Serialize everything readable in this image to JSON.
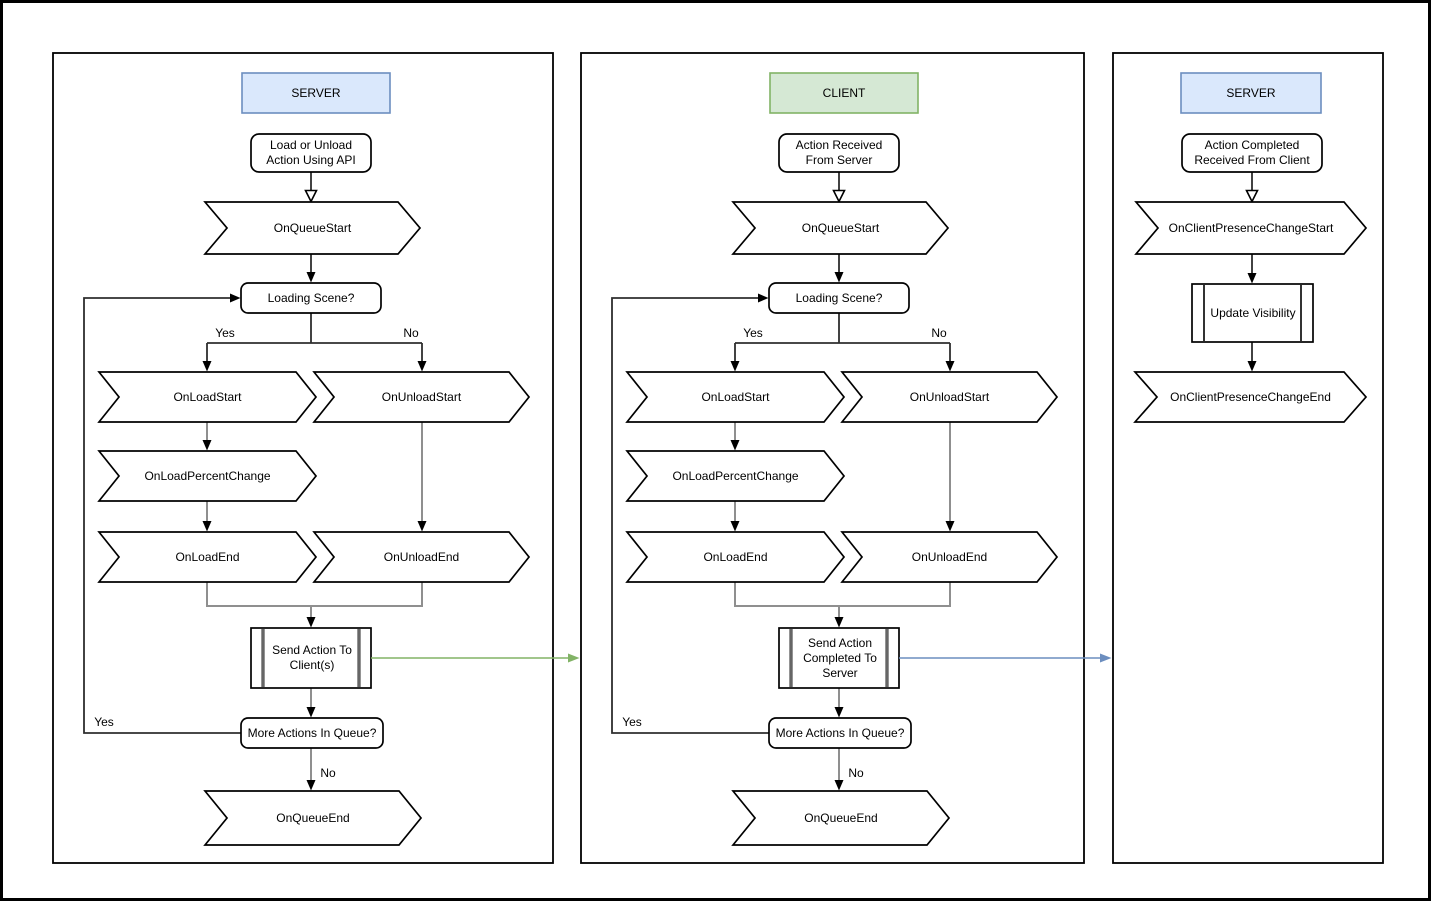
{
  "panels": [
    {
      "header": {
        "label": "SERVER",
        "fill": "#dae8fc",
        "stroke": "#6c8ebf"
      },
      "nodes": {
        "start": "Load or Unload Action Using API",
        "queue_start": "OnQueueStart",
        "loading_scene": "Loading Scene?",
        "branch_yes": "Yes",
        "branch_no": "No",
        "load_start": "OnLoadStart",
        "unload_start": "OnUnloadStart",
        "load_percent": "OnLoadPercentChange",
        "load_end": "OnLoadEnd",
        "unload_end": "OnUnloadEnd",
        "send": "Send Action To Client(s)",
        "more_actions": "More Actions In Queue?",
        "loop_yes": "Yes",
        "exit_no": "No",
        "queue_end": "OnQueueEnd"
      }
    },
    {
      "header": {
        "label": "CLIENT",
        "fill": "#d5e8d4",
        "stroke": "#82b366"
      },
      "nodes": {
        "start": "Action Received From Server",
        "queue_start": "OnQueueStart",
        "loading_scene": "Loading Scene?",
        "branch_yes": "Yes",
        "branch_no": "No",
        "load_start": "OnLoadStart",
        "unload_start": "OnUnloadStart",
        "load_percent": "OnLoadPercentChange",
        "load_end": "OnLoadEnd",
        "unload_end": "OnUnloadEnd",
        "send": "Send Action Completed To Server",
        "more_actions": "More Actions In Queue?",
        "loop_yes": "Yes",
        "exit_no": "No",
        "queue_end": "OnQueueEnd"
      }
    },
    {
      "header": {
        "label": "SERVER",
        "fill": "#dae8fc",
        "stroke": "#6c8ebf"
      },
      "nodes": {
        "start": "Action Completed Received From Client",
        "presence_start": "OnClientPresenceChangeStart",
        "update_visibility": "Update Visibility",
        "presence_end": "OnClientPresenceChangeEnd"
      }
    }
  ],
  "connectors": {
    "server_to_client": {
      "color": "#82b366"
    },
    "client_to_server": {
      "color": "#6c8ebf"
    }
  }
}
